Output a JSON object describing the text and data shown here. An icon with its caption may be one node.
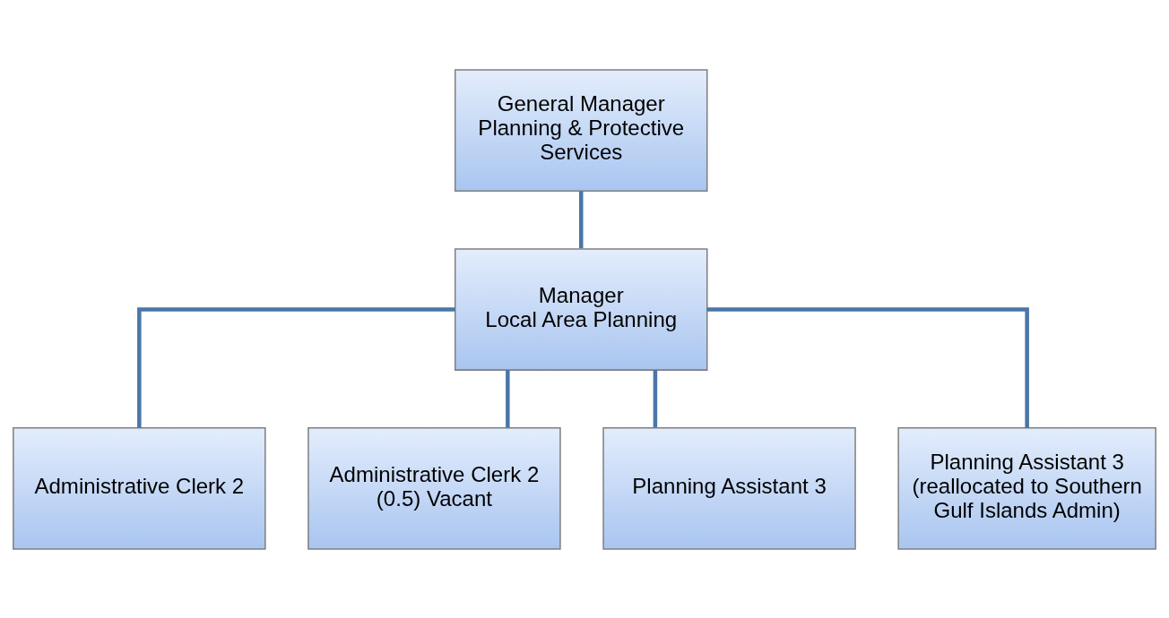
{
  "diagram": {
    "nodes": [
      {
        "text": [
          "General Manager",
          "Planning & Protective Services"
        ]
      },
      {
        "text": [
          "Manager",
          "Local Area Planning"
        ]
      },
      {
        "text": [
          "Administrative Clerk 2"
        ]
      },
      {
        "text": [
          "Administrative Clerk 2 (0.5) Vacant"
        ]
      },
      {
        "text": [
          "Planning Assistant 3"
        ]
      },
      {
        "text": [
          "Planning Assistant 3 (reallocated to Southern Gulf Islands Admin)"
        ]
      }
    ],
    "edges": [
      {
        "from": 0,
        "to": 1,
        "arrow": "none"
      },
      {
        "from": 1,
        "to": 2,
        "arrow": "none"
      },
      {
        "from": 1,
        "to": 3,
        "arrow": "none"
      },
      {
        "from": 1,
        "to": 4,
        "arrow": "none"
      },
      {
        "from": 1,
        "to": 5,
        "arrow": "none"
      }
    ]
  }
}
